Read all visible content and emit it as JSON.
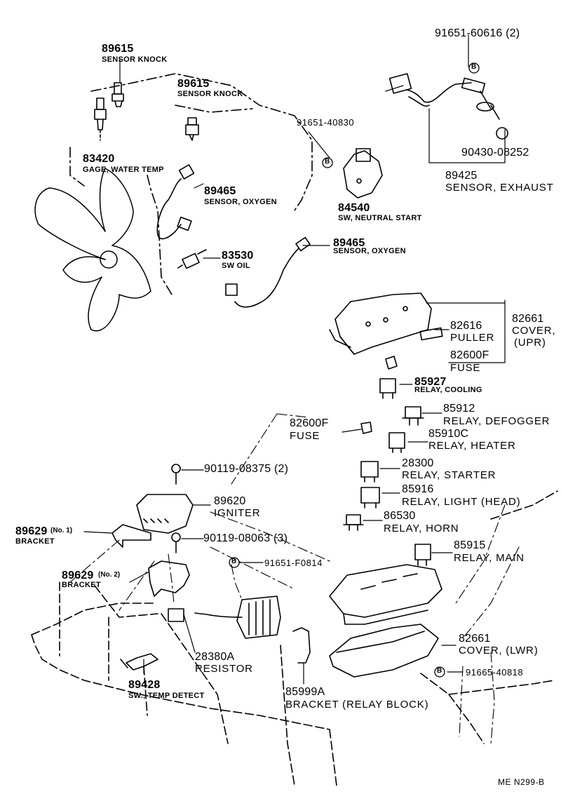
{
  "parts": {
    "p89615a": {
      "number": "89615",
      "name": "SENSOR KNOCK"
    },
    "p89615b": {
      "number": "89615",
      "name": "SENSOR KNOCK"
    },
    "p83420": {
      "number": "83420",
      "name": "GAGE, WATER TEMP"
    },
    "p89465a": {
      "number": "89465",
      "name": "SENSOR, OXYGEN"
    },
    "p89465b": {
      "number": "89465",
      "name": "SENSOR, OXYGEN"
    },
    "p83530": {
      "number": "83530",
      "name": "SW OIL"
    },
    "p84540": {
      "number": "84540",
      "name": "SW, NEUTRAL START"
    },
    "p91651_40830": {
      "number": "91651-40830"
    },
    "p91651_60616": {
      "number": "91651-60616 (2)"
    },
    "p90430": {
      "number": "90430-08252"
    },
    "p89425": {
      "number": "89425",
      "name": "SENSOR, EXHAUST"
    },
    "p82661u": {
      "number": "82661",
      "name": "COVER,",
      "name2": "(UPR)"
    },
    "p82616": {
      "number": "82616",
      "name": "PULLER"
    },
    "p82600f_a": {
      "number": "82600F",
      "name": "FUSE"
    },
    "p85927": {
      "number": "85927",
      "name": "RELAY, COOLING"
    },
    "p85912": {
      "number": "85912",
      "name": "RELAY, DEFOGGER"
    },
    "p82600f_b": {
      "number": "82600F",
      "name": "FUSE"
    },
    "p85910c": {
      "number": "85910C",
      "name": "RELAY, HEATER"
    },
    "p90119_08375": {
      "number": "90119-08375 (2)"
    },
    "p28300": {
      "number": "28300",
      "name": "RELAY, STARTER"
    },
    "p89620": {
      "number": "89620",
      "name": "IGNITER"
    },
    "p85916": {
      "number": "85916",
      "name": "RELAY, LIGHT (HEAD)"
    },
    "p89629a": {
      "number": "89629",
      "sub": "(No. 1)",
      "name": "BRACKET"
    },
    "p90119_08063": {
      "number": "90119-08063 (3)"
    },
    "p86530": {
      "number": "86530",
      "name": "RELAY, HORN"
    },
    "p85915": {
      "number": "85915",
      "name": "RELAY, MAIN"
    },
    "p91651_f0814": {
      "number": "91651-F0814"
    },
    "p89629b": {
      "number": "89629",
      "sub": "(No. 2)",
      "name": "BRACKET"
    },
    "p82661l": {
      "number": "82661",
      "name": "COVER,  (LWR)"
    },
    "p28380a": {
      "number": "28380A",
      "name": "RESISTOR"
    },
    "p91665": {
      "number": "91665-40818"
    },
    "p89428": {
      "number": "89428",
      "name": "SW., TEMP DETECT"
    },
    "p85999a": {
      "number": "85999A",
      "name": "BRACKET (RELAY  BLOCK)"
    }
  },
  "markers": {
    "b": "B"
  },
  "footer": {
    "code": "ME  N299-B"
  }
}
